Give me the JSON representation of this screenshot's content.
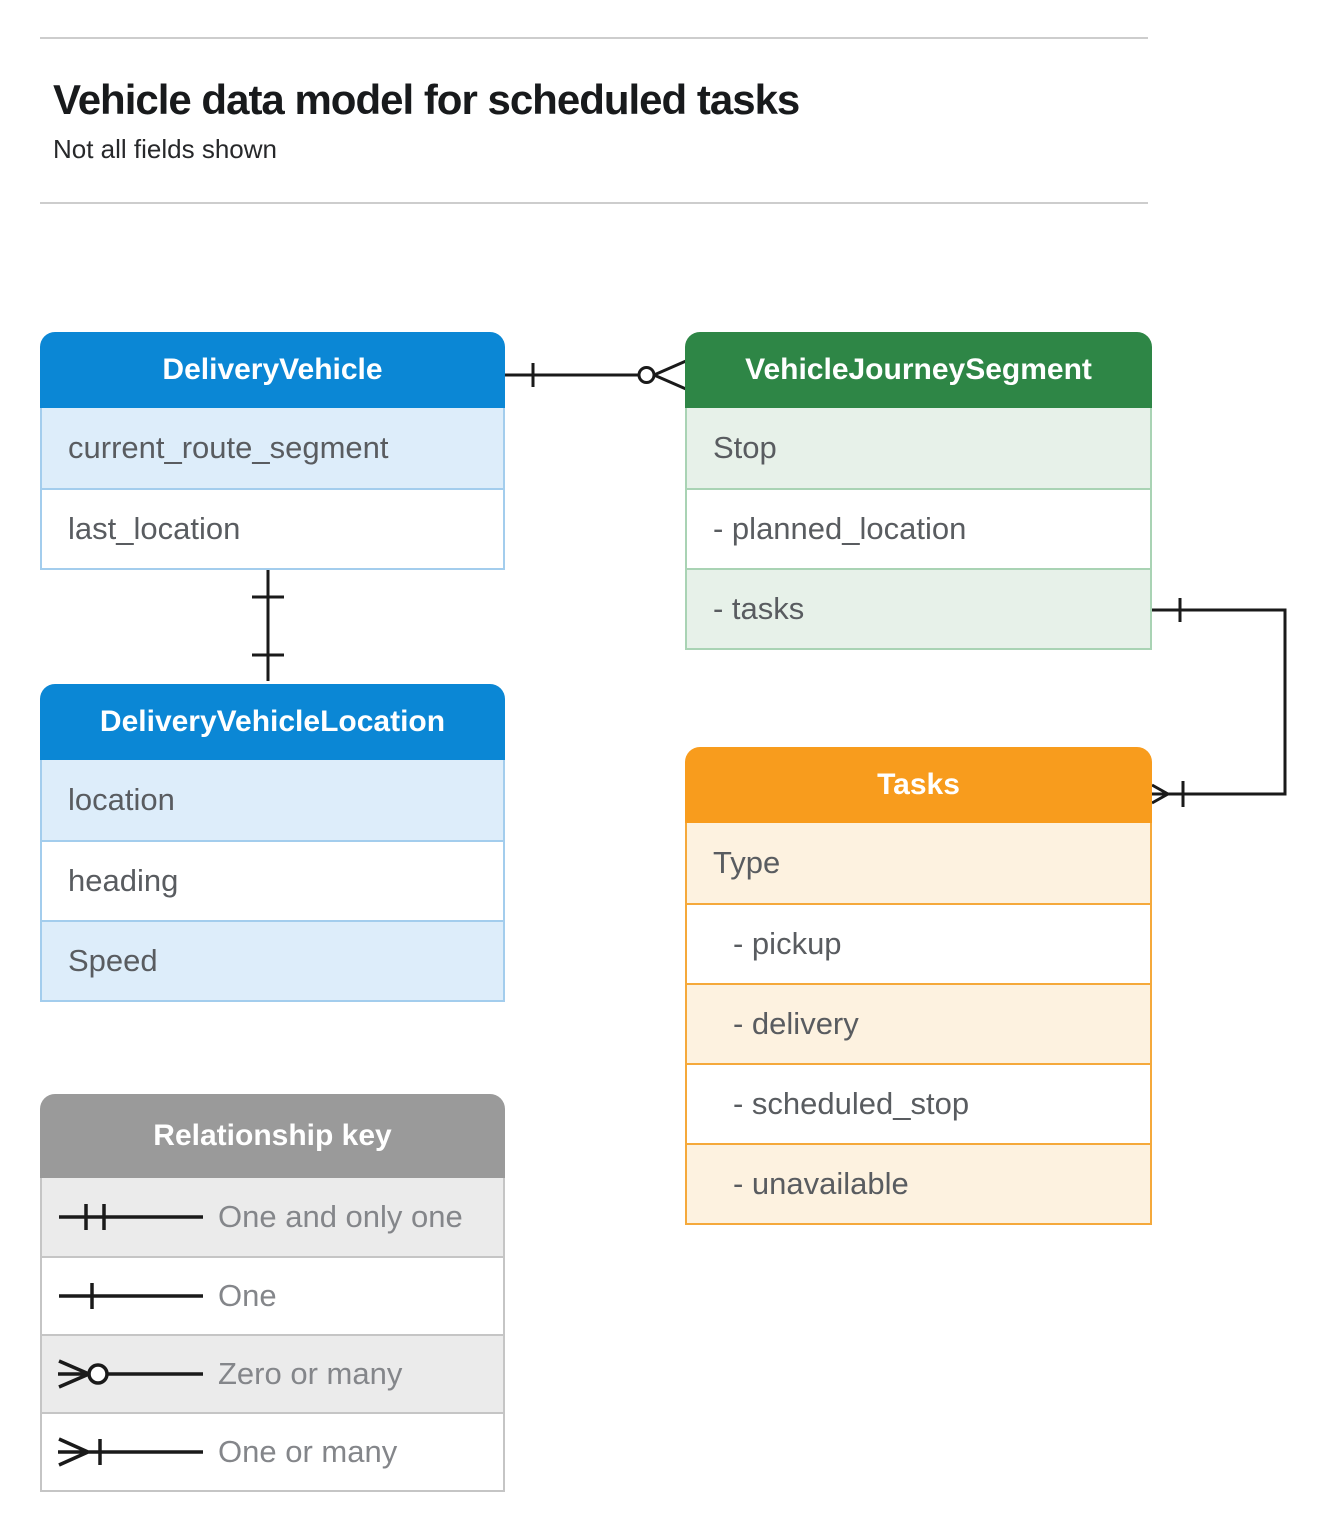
{
  "page": {
    "title": "Vehicle data model for scheduled tasks",
    "subtitle": "Not all fields shown"
  },
  "entities": {
    "delivery_vehicle": {
      "title": "DeliveryVehicle",
      "fields": [
        "current_route_segment",
        "last_location"
      ]
    },
    "vehicle_journey_segment": {
      "title": "VehicleJourneySegment",
      "fields": [
        "Stop",
        "- planned_location",
        "- tasks"
      ]
    },
    "delivery_vehicle_location": {
      "title": "DeliveryVehicleLocation",
      "fields": [
        "location",
        "heading",
        "Speed"
      ]
    },
    "tasks": {
      "title": "Tasks",
      "fields": [
        "Type",
        "- pickup",
        "- delivery",
        "- scheduled_stop",
        "- unavailable"
      ]
    }
  },
  "relationship_key": {
    "title": "Relationship key",
    "items": [
      {
        "symbol": "one-and-only-one",
        "label": "One and only one"
      },
      {
        "symbol": "one",
        "label": "One"
      },
      {
        "symbol": "zero-or-many",
        "label": "Zero or many"
      },
      {
        "symbol": "one-or-many",
        "label": "One or many"
      }
    ]
  },
  "relationships": [
    {
      "from": "DeliveryVehicle",
      "to": "VehicleJourneySegment",
      "from_cardinality": "one",
      "to_cardinality": "zero-or-many"
    },
    {
      "from": "DeliveryVehicle",
      "to": "DeliveryVehicleLocation",
      "from_cardinality": "one",
      "to_cardinality": "one"
    },
    {
      "from": "VehicleJourneySegment.tasks",
      "to": "Tasks",
      "from_cardinality": "one",
      "to_cardinality": "one-or-many"
    }
  ],
  "colors": {
    "blue_header": "#0b87d5",
    "blue_tint": "#ddedfa",
    "blue_border": "#a3cded",
    "green_header": "#2e8646",
    "green_tint": "#e7f1e9",
    "green_border": "#a9d3b4",
    "orange_header": "#f89c1d",
    "orange_tint": "#fdf2e0",
    "orange_border": "#f5a93b",
    "gray_header": "#9a9a9a",
    "gray_tint": "#ebebeb",
    "gray_border": "#c5c5c5",
    "connector": "#1a1a1a",
    "row_text": "#595c60",
    "key_text": "#84868a"
  }
}
